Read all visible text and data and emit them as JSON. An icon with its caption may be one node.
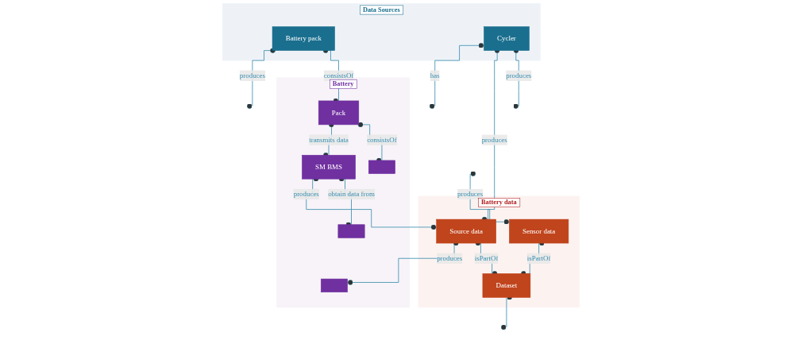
{
  "diagram": {
    "nodes": [
      {
        "text": [
          "Data Sources"
        ]
      },
      {
        "text": [
          "Battery pack"
        ],
        "in": 0
      },
      {
        "text": [
          "Cycler"
        ],
        "in": 0
      },
      {
        "text": [
          "Battery"
        ]
      },
      {
        "text": [
          "Battery data"
        ]
      },
      {
        "text": [
          "Pack"
        ],
        "in": 3
      },
      {
        "text": [
          "SM BMS"
        ],
        "in": 3
      },
      {
        "text": [
          "Source data"
        ],
        "in": 4
      },
      {
        "text": [
          "Dataset"
        ],
        "in": 4
      },
      {
        "text": [
          "Sensor data"
        ],
        "in": 4
      },
      {
        "text": [],
        "shape": "box",
        "in": 3
      },
      {
        "text": [],
        "shape": "box",
        "in": 3
      },
      {
        "text": [],
        "shape": "box",
        "in": 3
      }
    ],
    "edges": [
      {
        "from": 1,
        "to": null,
        "arrow": "other",
        "label": "produces"
      },
      {
        "from": 2,
        "to": null,
        "arrow": "other",
        "label": "has"
      },
      {
        "from": 1,
        "to": 5,
        "arrow": "other",
        "label": "consistsOf"
      },
      {
        "from": 2,
        "to": 7,
        "arrow": "other",
        "label": "produces"
      },
      {
        "from": 2,
        "to": null,
        "arrow": "other",
        "label": "produces"
      },
      {
        "from": 5,
        "to": 6,
        "arrow": "other",
        "label": "transmits data"
      },
      {
        "from": 6,
        "to": 7,
        "arrow": "other",
        "label": "produces"
      },
      {
        "from": 6,
        "to": 12,
        "arrow": "other",
        "label": "obtain data from"
      },
      {
        "from": 5,
        "to": 10,
        "arrow": "other",
        "label": "consistsOf"
      },
      {
        "from": 7,
        "to": 11,
        "arrow": "other",
        "label": "produces"
      },
      {
        "from": 7,
        "to": 8,
        "arrow": "other",
        "label": "isPartOf"
      },
      {
        "from": null,
        "to": 9,
        "arrow": "other",
        "label": "produces"
      },
      {
        "from": 9,
        "to": 8,
        "arrow": "other",
        "label": "isPartOf"
      },
      {
        "from": 8,
        "to": null,
        "arrow": "other"
      }
    ]
  }
}
